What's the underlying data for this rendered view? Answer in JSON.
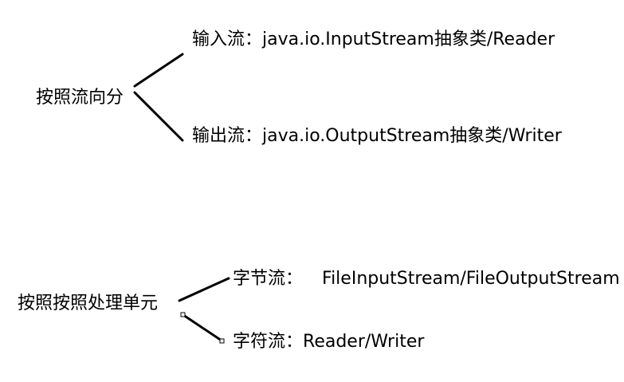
{
  "groups": [
    {
      "root": "按照流向分",
      "branches": [
        {
          "prefix": "输入流：",
          "text": "java.io.InputStream抽象类/Reader"
        },
        {
          "prefix": "输出流：",
          "text": "java.io.OutputStream抽象类/Writer"
        }
      ]
    },
    {
      "root": "按照按照处理单元",
      "branches": [
        {
          "prefix": "字节流：",
          "text": "FileInputStream/FileOutputStream"
        },
        {
          "prefix": "字符流：",
          "text": "Reader/Writer"
        }
      ]
    }
  ],
  "colors": {
    "line": "#000000",
    "text": "#000000",
    "background": "#ffffff"
  }
}
